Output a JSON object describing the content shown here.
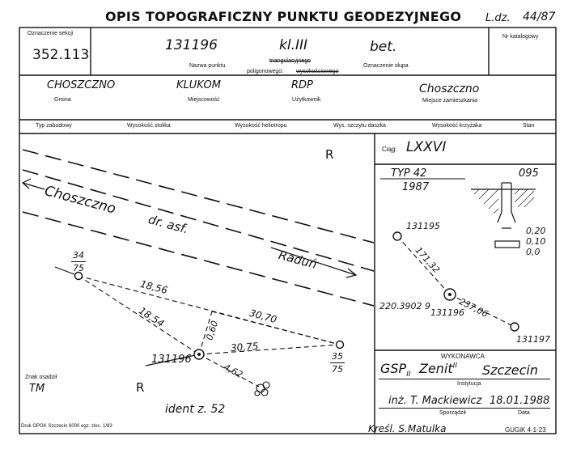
{
  "header": {
    "title": "OPIS TOPOGRAFICZNY PUNKTU GEODEZYJNEGO",
    "ldz_label": "L.dz.",
    "ldz_value": "44/87"
  },
  "form": {
    "sekcja_label": "Oznaczenie sekcji",
    "sekcja_value": "352.113",
    "number": "131196",
    "class": "kl.III",
    "marker": "bet.",
    "katalog_label": "Nr katalogowy",
    "nazwa_label": "Nazwa punktu",
    "triang_label": "triangulacyjnego",
    "poligon_label": "poligonowego:",
    "wysok_label": "wysokościowego",
    "slupa_label": "Oznaczenie słupa",
    "gmina_value": "CHOSZCZNO",
    "gmina_label": "Gmina",
    "miejscowosc_value": "KLUKOM",
    "miejscowosc_label": "Miejscowość",
    "uzytkownik_value": "RDP",
    "uzytkownik_label": "Użytkownik",
    "zamieszkanie_value": "Choszczno",
    "zamieszkanie_label": "Miejsce zamieszkania",
    "col_typ": "Typ zabudowy",
    "col_stolik": "Wysokość stolika",
    "col_heliotrop": "Wysokość heliotropu",
    "col_daszek": "Wys. szczytu daszka",
    "col_krzyzak": "Wysokość krzyżaka",
    "col_stan": "Stan"
  },
  "sketch": {
    "r_top": "R",
    "r_bottom": "R",
    "road_label": "dr. asf.",
    "to_choszczno": "Choszczno",
    "to_radun": "Raduń",
    "pt_34": "34",
    "pt_34_den": "75",
    "pt_35": "35",
    "pt_35_den": "75",
    "pt_main": "131196",
    "d1": "18,56",
    "d2": "18,54",
    "d3": "30,70",
    "d4": "30,75",
    "d5": "4,62",
    "d6": "0,60",
    "znak_label": "Znak osadził",
    "znak_value": "TM",
    "ident": "ident z. 52"
  },
  "right": {
    "ciag_label": "Ciąg:",
    "ciag_value": "LXXVI",
    "typ": "TYP 42",
    "year": "1987",
    "depth": "095",
    "h1": "0,20",
    "h2": "0,10",
    "h3": "0,0",
    "pt_a": "131195",
    "pt_b": "131196",
    "pt_c": "131197",
    "dist_ab": "171,32",
    "dist_bc": "237,06",
    "angle": "220.3902 9"
  },
  "wykonawca": {
    "heading": "WYKONAWCA",
    "gsp": "GSP",
    "gsp_sub": "II",
    "instrument": "Zenit",
    "instrument_sup": "II",
    "city": "Szczecin",
    "instytucja_label": "Instytucja",
    "author": "inż. T. Mackiewicz",
    "date": "18.01.1988",
    "sporzadzil_label": "Sporządził",
    "data_label": "Data"
  },
  "footer": {
    "print": "Druk OPGK Szczecin 6000 egz. zlec. 1/83",
    "kresl": "Kreśl. S.Matulka",
    "code": "GUGiK 4-1-23"
  }
}
